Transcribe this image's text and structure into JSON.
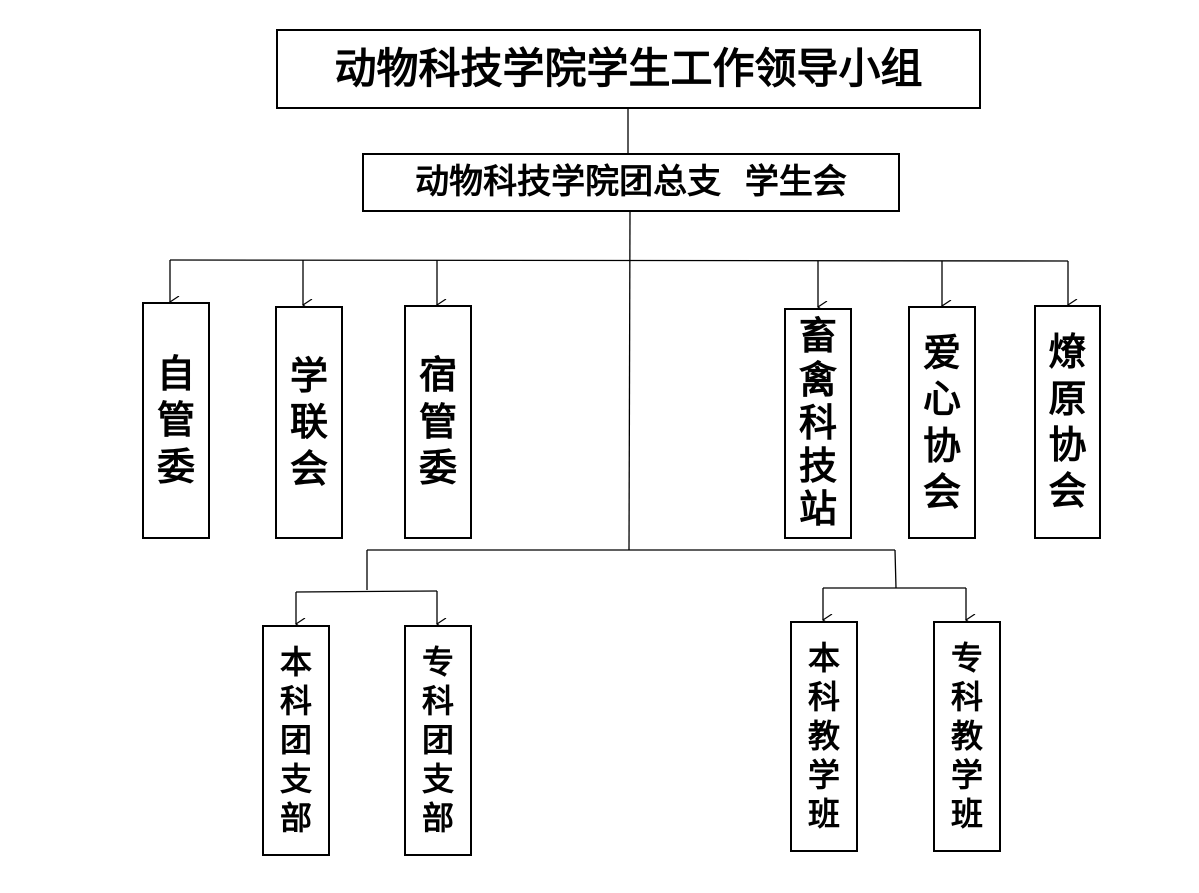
{
  "top": {
    "label": "动物科技学院学生工作领导小组"
  },
  "second": {
    "label": "动物科技学院团总支  学生会"
  },
  "branches": {
    "zgw": "自管委",
    "xlh": "学联会",
    "sgw": "宿管委",
    "xqkjz": "畜禽科技站",
    "axxh": "爱心协会",
    "lyxh": "燎原协会"
  },
  "lower": {
    "bktzb": "本科团支部",
    "zktzb": "专科团支部",
    "bkjxb": "本科教学班",
    "zkjxb": "专科教学班"
  }
}
